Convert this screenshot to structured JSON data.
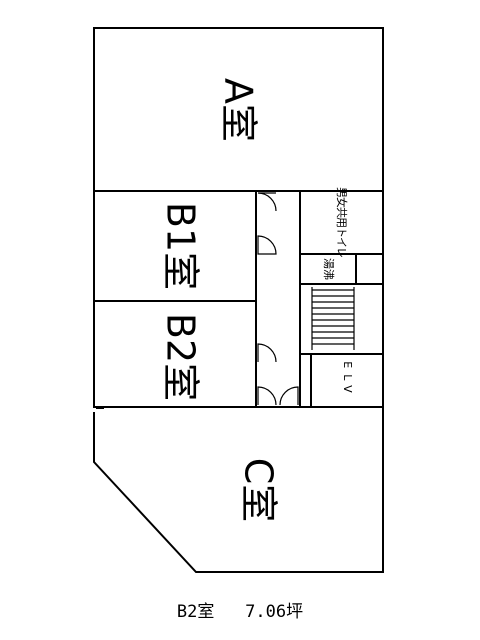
{
  "rooms": {
    "a": "A室",
    "b1": "B1室",
    "b2": "B2室",
    "c": "C室"
  },
  "facilities": {
    "toilet": "男女共用トイレ",
    "kitchen": "湯沸",
    "elevator": "ELV"
  },
  "caption": {
    "room": "B2室",
    "area": "7.06坪"
  }
}
